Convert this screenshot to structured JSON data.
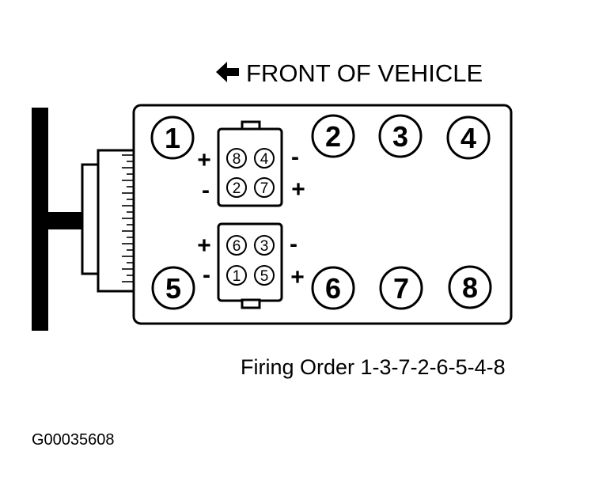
{
  "header": {
    "direction_label": "FRONT OF VEHICLE"
  },
  "cylinders": {
    "top_row": [
      "1",
      "2",
      "3",
      "4"
    ],
    "bottom_row": [
      "5",
      "6",
      "7",
      "8"
    ]
  },
  "coil_packs": {
    "upper": {
      "terminals": [
        "8",
        "4",
        "2",
        "7"
      ],
      "polarity": {
        "left_top": "+",
        "left_bottom": "-",
        "right_top": "-",
        "right_bottom": "+"
      }
    },
    "lower": {
      "terminals": [
        "6",
        "3",
        "1",
        "5"
      ],
      "polarity": {
        "left_top": "+",
        "left_bottom": "-",
        "right_top": "-",
        "right_bottom": "+"
      }
    }
  },
  "firing_order": "Firing Order 1-3-7-2-6-5-4-8",
  "figure_id": "G00035608"
}
